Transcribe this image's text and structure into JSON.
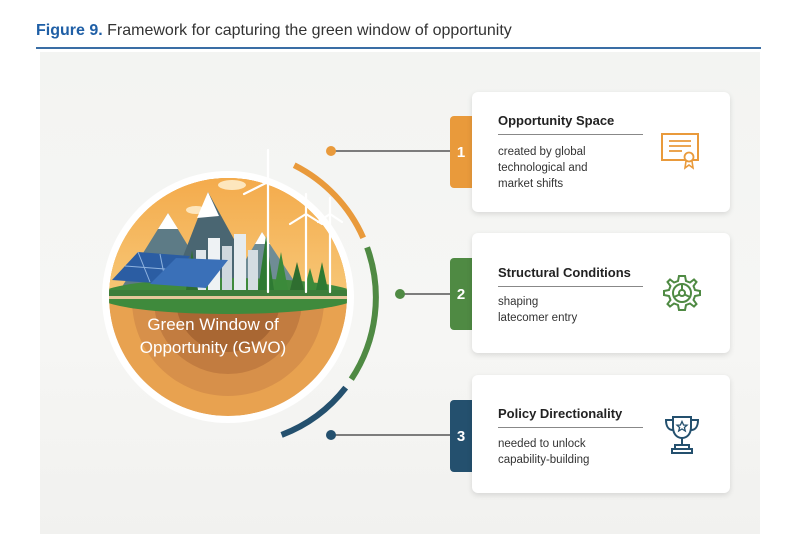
{
  "figure": {
    "number": "Figure 9.",
    "title": "Framework for capturing the green window of opportunity"
  },
  "center": {
    "label_line1": "Green Window of",
    "label_line2": "Opportunity (GWO)"
  },
  "items": [
    {
      "number": "1",
      "title": "Opportunity Space",
      "desc": [
        "created by global",
        "technological and",
        "market shifts"
      ],
      "icon": "certificate-icon",
      "color": "#e99a3b"
    },
    {
      "number": "2",
      "title": "Structural Conditions",
      "desc": [
        "shaping",
        "latecomer entry"
      ],
      "icon": "gear-icon",
      "color": "#4f8a43"
    },
    {
      "number": "3",
      "title": "Policy Directionality",
      "desc": [
        "needed to unlock",
        "capability-building"
      ],
      "icon": "trophy-icon",
      "color": "#24506e"
    }
  ]
}
